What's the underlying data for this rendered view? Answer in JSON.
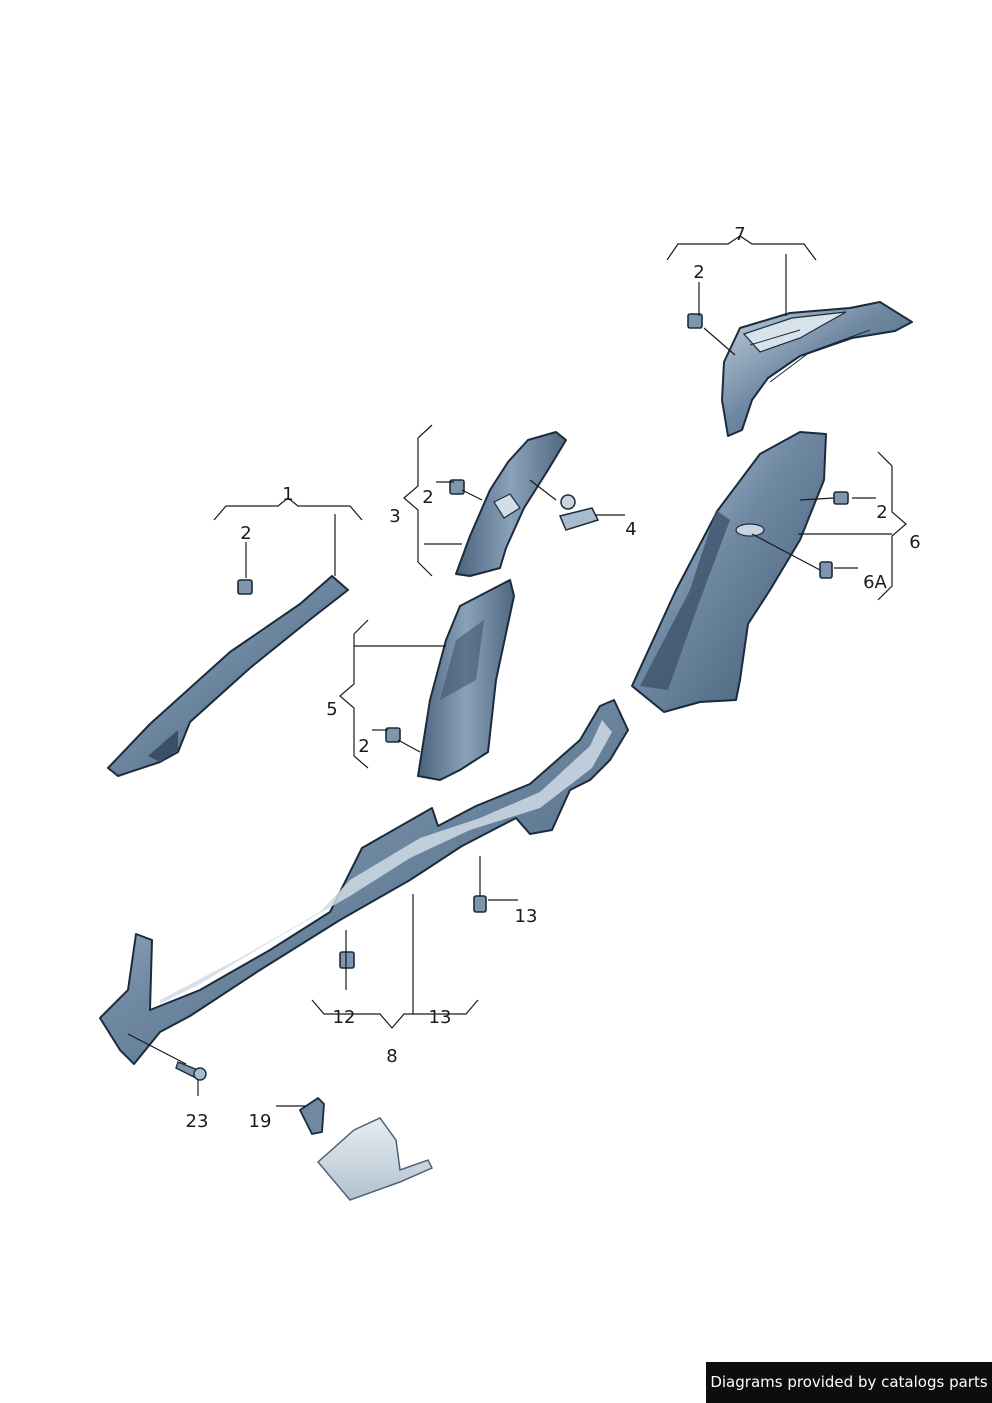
{
  "callouts": {
    "c7": "7",
    "c2_top": "2",
    "c1": "1",
    "c2_left": "2",
    "c3": "3",
    "c2_c": "2",
    "c4": "4",
    "c6": "6",
    "c2_right": "2",
    "c6a": "6A",
    "c5": "5",
    "c2_b": "2",
    "c13_clip": "13",
    "c12": "12",
    "c13_brace": "13",
    "c8": "8",
    "c23": "23",
    "c19": "19"
  },
  "footer": {
    "credit": "Diagrams provided by catalogs parts"
  },
  "colors": {
    "part_fill": "#5f7891",
    "part_light": "#a9bccd",
    "part_dark": "#3b5068",
    "line": "#1a1a1a",
    "footer_bg": "#0d0d0d"
  },
  "icons": [
    "clip-icon",
    "screw-icon",
    "bracket-icon"
  ]
}
